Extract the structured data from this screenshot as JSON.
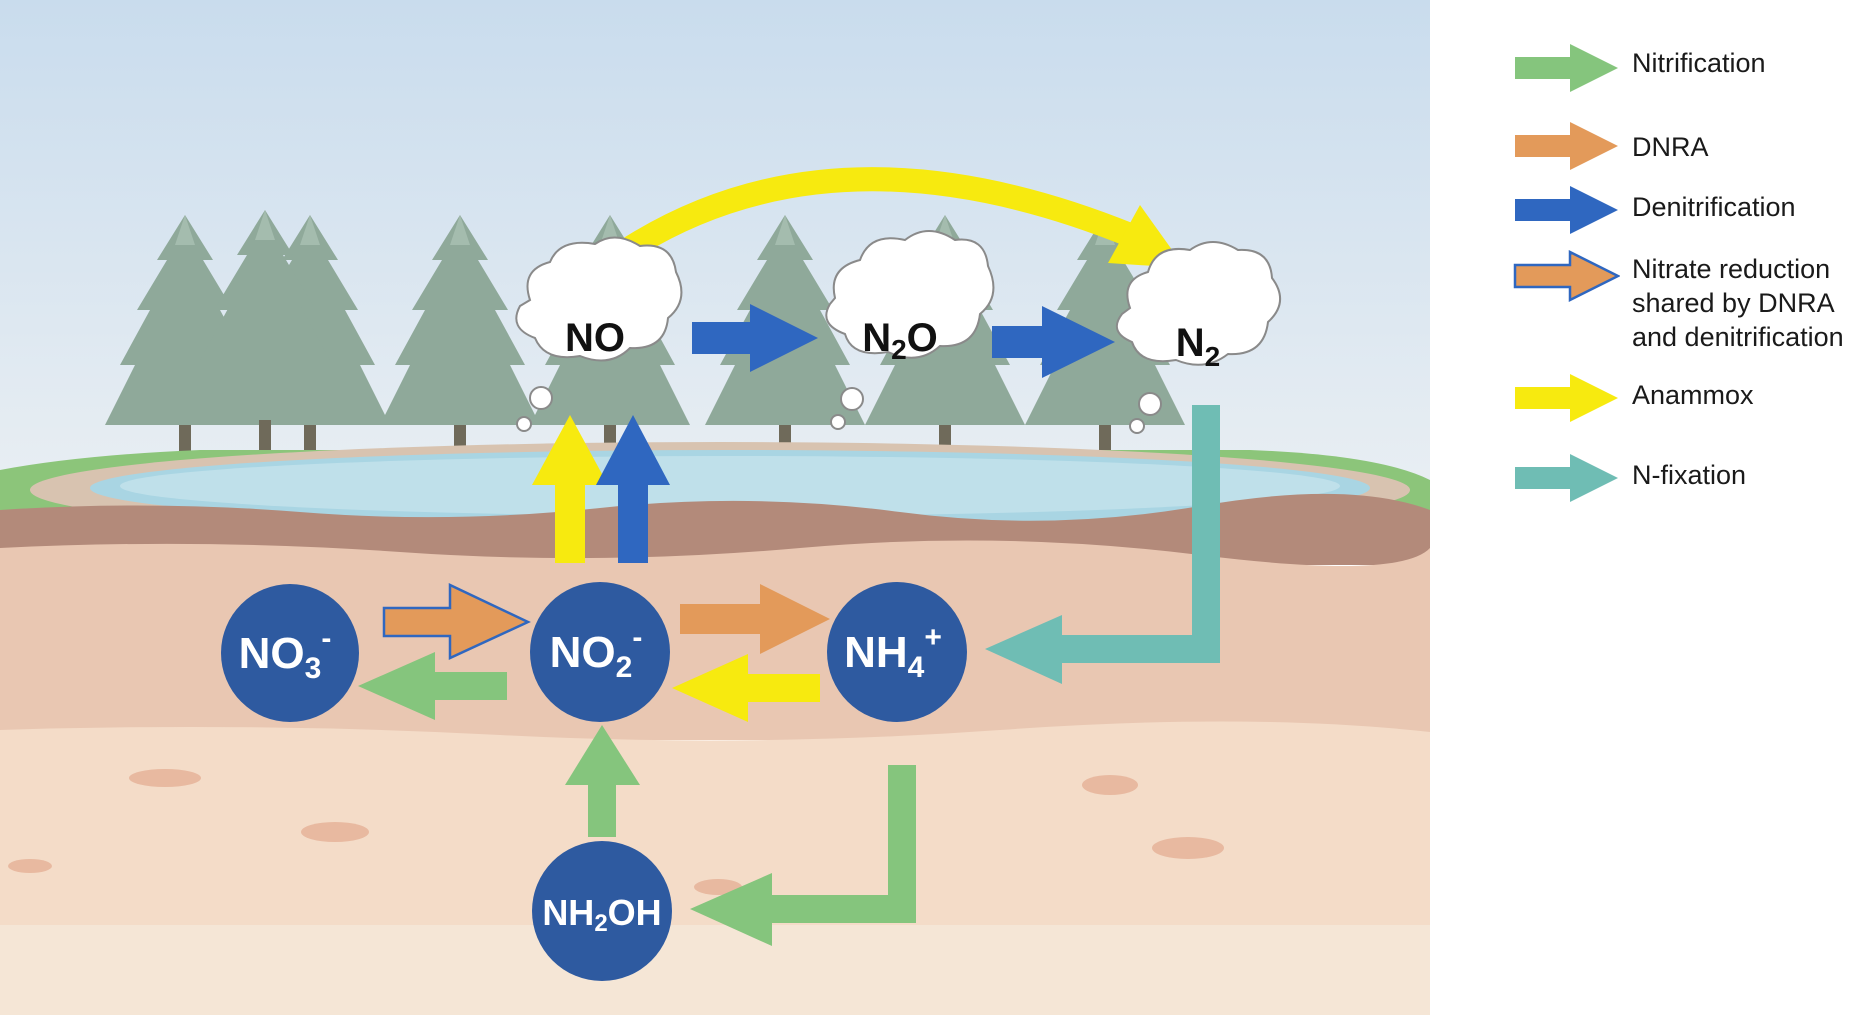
{
  "nodes": {
    "no": {
      "label": "NO"
    },
    "n2o": {
      "main": "N",
      "sub": "2",
      "tail": "O"
    },
    "n2": {
      "main": "N",
      "sub": "2"
    },
    "no3": {
      "main": "NO",
      "sub": "3",
      "sup": "-"
    },
    "no2": {
      "main": "NO",
      "sub": "2",
      "sup": "-"
    },
    "nh4": {
      "main": "NH",
      "sub": "4",
      "sup": "+"
    },
    "nh2oh": {
      "main": "NH",
      "sub": "2",
      "tail": "OH"
    }
  },
  "legend": [
    {
      "label": "Nitrification",
      "color": "#85c57d",
      "outline": null
    },
    {
      "label": "DNRA",
      "color": "#e39a5a",
      "outline": null
    },
    {
      "label": "Denitrification",
      "color": "#2f67c0",
      "outline": null
    },
    {
      "label": "Nitrate reduction\nshared by DNRA\nand denitrification",
      "color": "#e39a5a",
      "outline": "#2f67c0"
    },
    {
      "label": "Anammox",
      "color": "#f7ea0f",
      "outline": null
    },
    {
      "label": "N-fixation",
      "color": "#6fbdb4",
      "outline": null
    }
  ],
  "colors": {
    "nitrification": "#85c57d",
    "dnra": "#e39a5a",
    "denitrification": "#2f67c0",
    "anammox": "#f7ea0f",
    "nfixation": "#6fbdb4",
    "node_fill": "#2e5aa0"
  }
}
